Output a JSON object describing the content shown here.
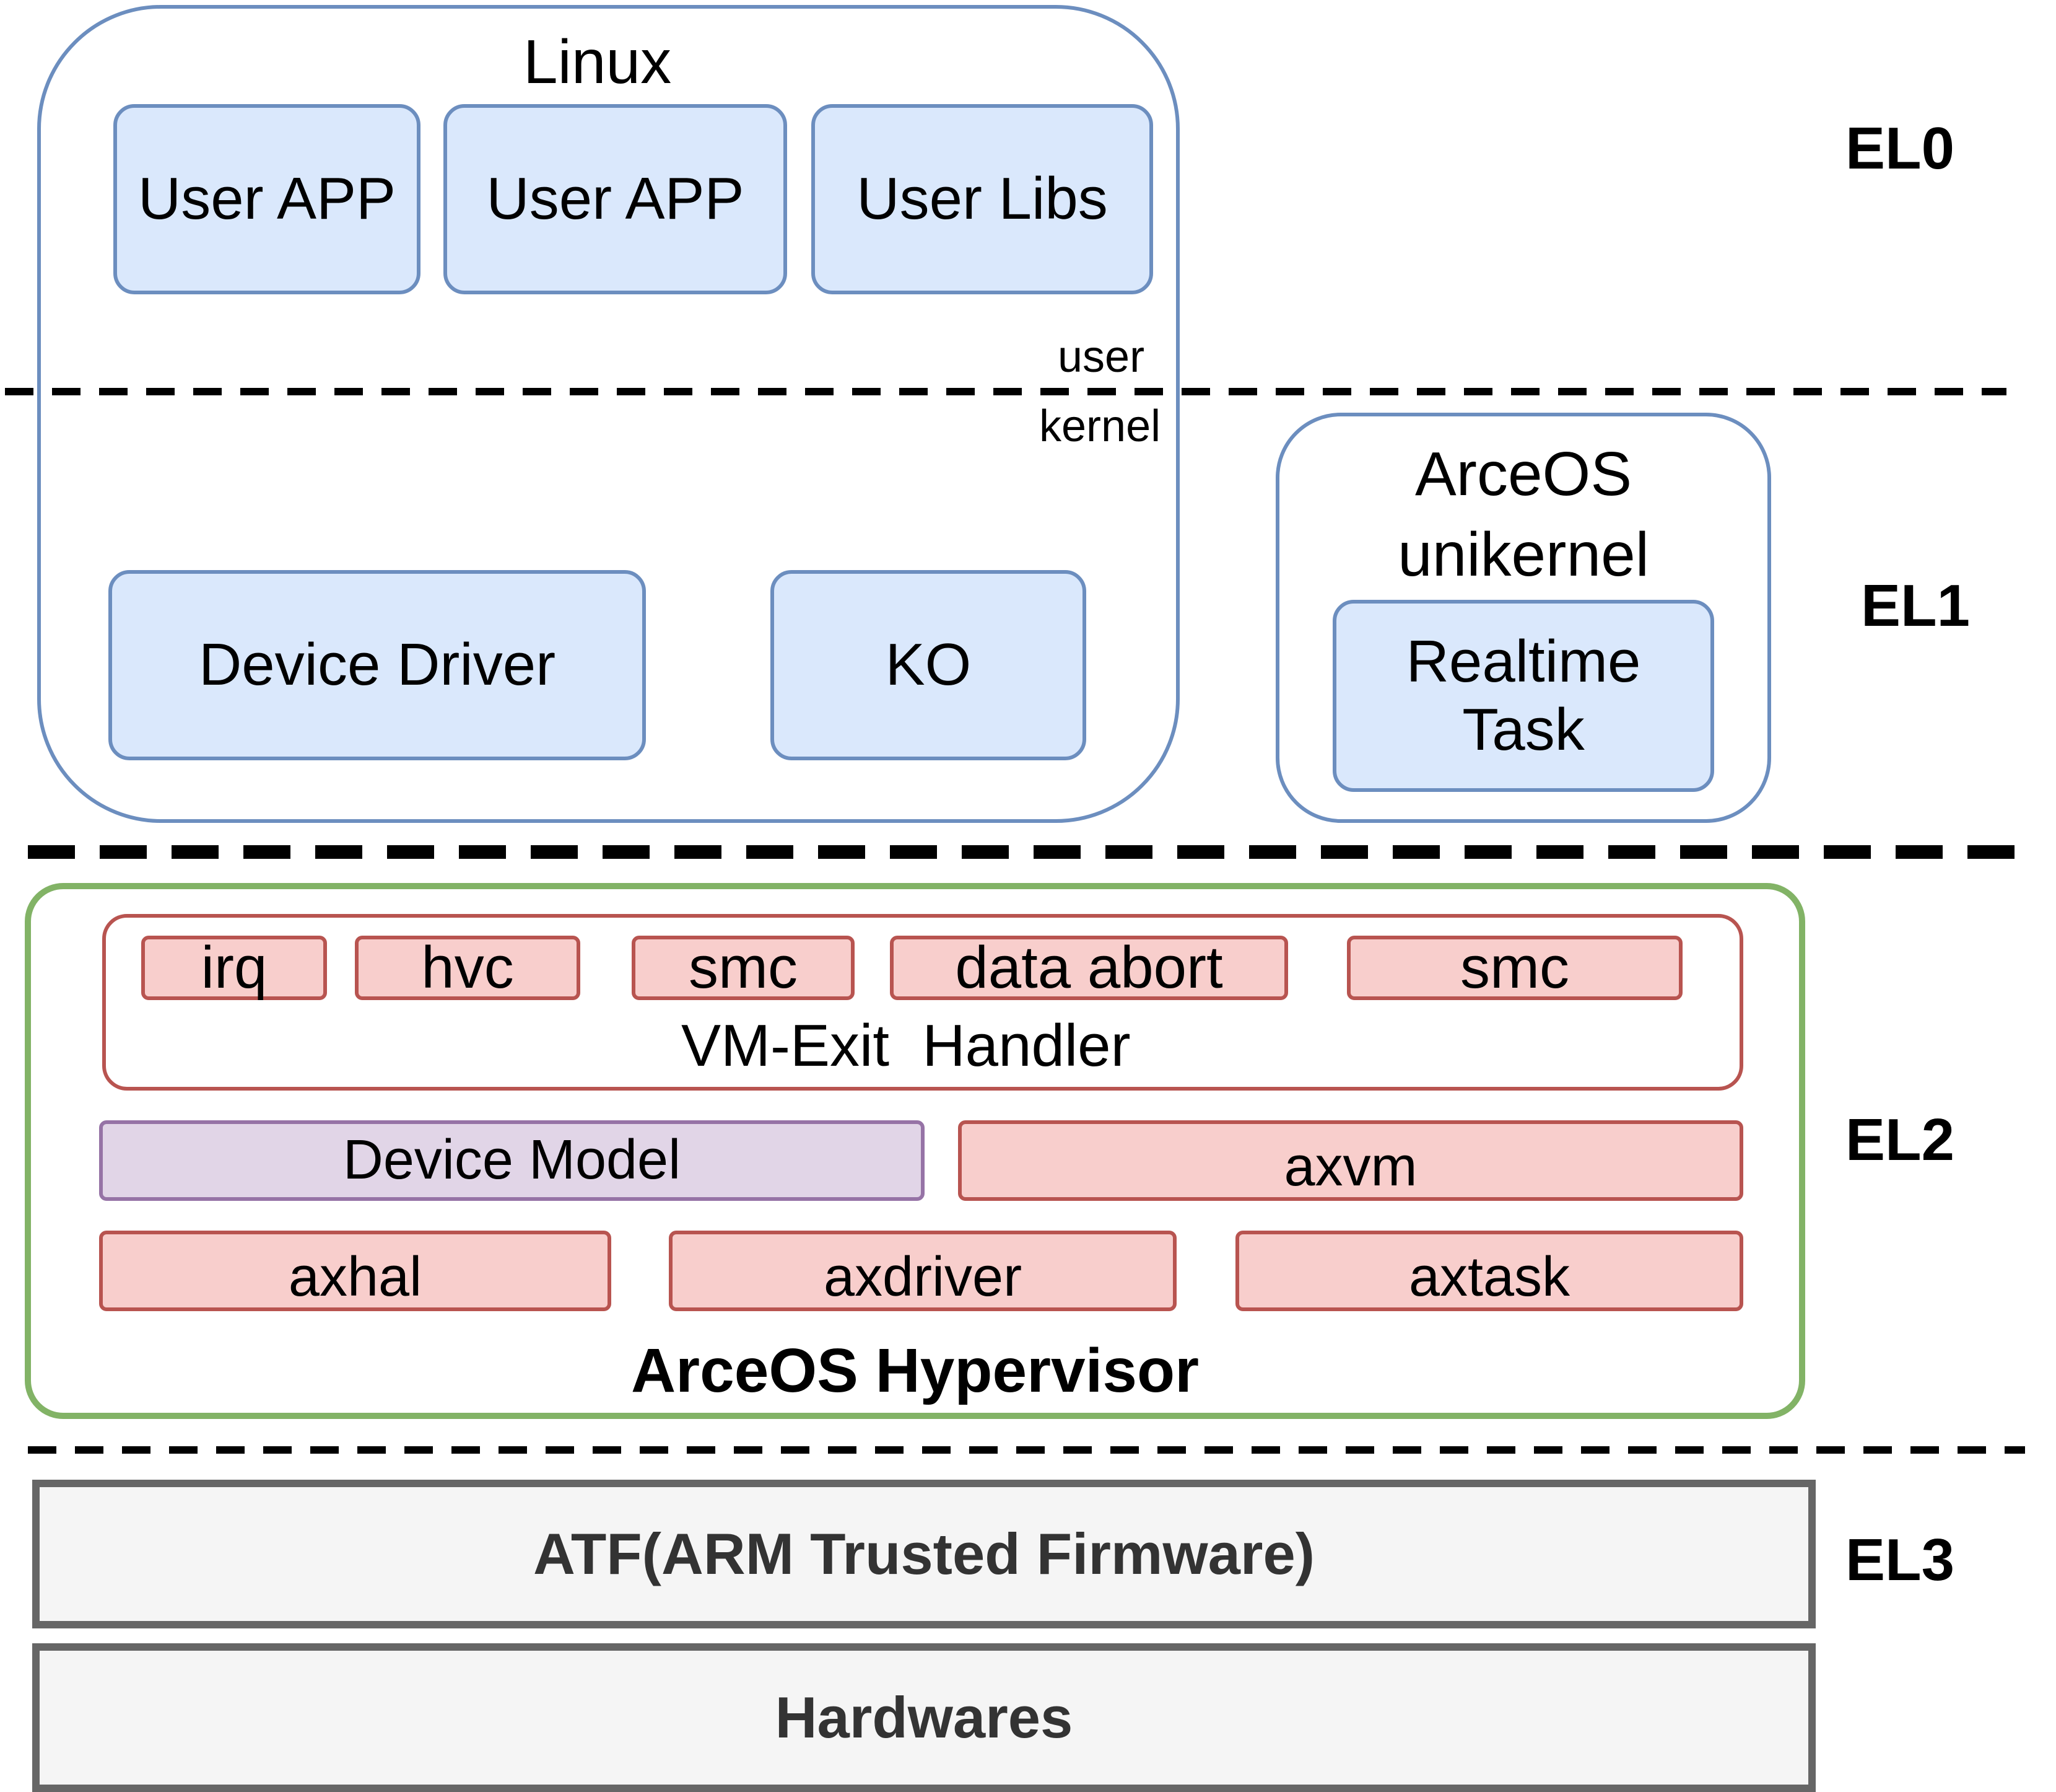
{
  "levels": {
    "el0": "EL0",
    "el1": "EL1",
    "el2": "EL2",
    "el3": "EL3"
  },
  "linux": {
    "title": "Linux",
    "user_label": "user",
    "kernel_label": "kernel",
    "user_space": [
      "User APP",
      "User APP",
      "User Libs"
    ],
    "kernel_space": [
      "Device Driver",
      "KO"
    ]
  },
  "unikernel": {
    "title": "ArceOS unikernel",
    "task": "Realtime Task"
  },
  "hypervisor": {
    "title": "ArceOS Hypervisor",
    "vm_exit": {
      "title": "VM-Exit  Handler",
      "handlers": [
        "irq",
        "hvc",
        "smc",
        "data abort",
        "smc"
      ]
    },
    "device_model": "Device Model",
    "axvm": "axvm",
    "modules": [
      "axhal",
      "axdriver",
      "axtask"
    ]
  },
  "firmware": "ATF(ARM Trusted Firmware)",
  "hardware": "Hardwares",
  "colors": {
    "blue_fill": "#dae8fc",
    "blue_border": "#6c8ebf",
    "red_fill": "#f8cecc",
    "red_border": "#b85450",
    "purple_fill": "#e1d5e7",
    "purple_border": "#9673a6",
    "green_border": "#82b366",
    "gray_fill": "#f5f5f5",
    "gray_border": "#666666"
  }
}
